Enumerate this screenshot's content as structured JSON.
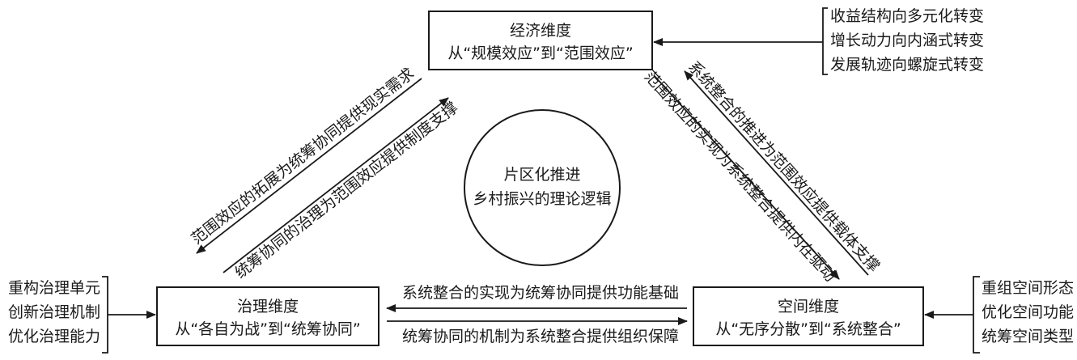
{
  "center": {
    "line1": "片区化推进",
    "line2": "乡村振兴的理论逻辑"
  },
  "top_box": {
    "line1": "经济维度",
    "line2": "从“规模效应”到“范围效应”"
  },
  "left_box": {
    "line1": "治理维度",
    "line2": "从“各自为战”到“统筹协同”"
  },
  "right_box": {
    "line1": "空间维度",
    "line2": "从“无序分散”到“系统整合”"
  },
  "top_right_list": [
    "收益结构向多元化转变",
    "增长动力向内涵式转变",
    "发展轨迹向螺旋式转变"
  ],
  "left_list": [
    "重构治理单元",
    "创新治理机制",
    "优化治理能力"
  ],
  "right_list": [
    "重组空间形态",
    "优化空间功能",
    "统筹空间类型"
  ],
  "edges": {
    "left_outer": "范围效应的拓展为统筹协同提供现实需求",
    "left_inner": "统筹协同的治理为范围效应提供制度支撑",
    "right_outer": "系统整合的推进为范围效应提供载体支撑",
    "right_inner": "范围效应的实现为系统整合提供内在驱动",
    "bottom_top": "系统整合的实现为统筹协同提供功能基础",
    "bottom_bottom": "统筹协同的机制为系统整合提供组织保障"
  }
}
